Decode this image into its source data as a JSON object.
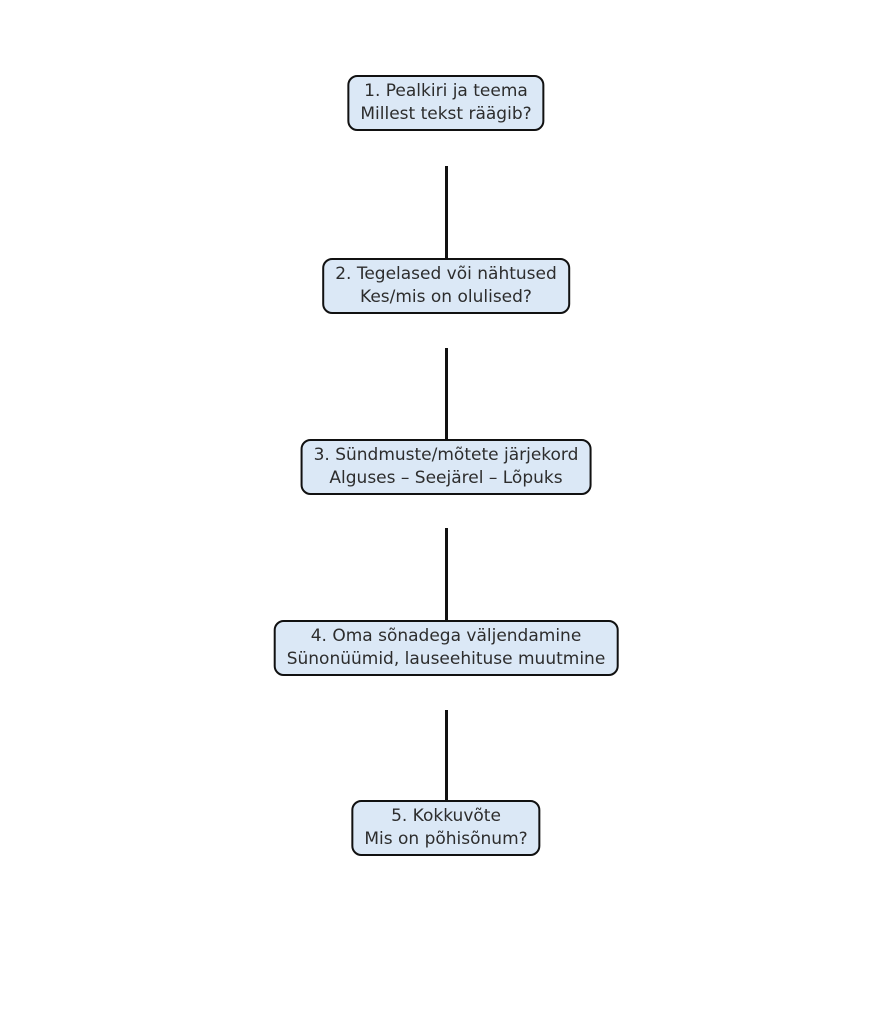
{
  "diagram": {
    "type": "flowchart",
    "direction": "vertical",
    "style": {
      "background": "#ffffff",
      "node_fill": "#dbe8f6",
      "node_border": "#111111",
      "text_color": "#2d2d2d",
      "connector_color": "#111111"
    },
    "nodes": [
      {
        "title": "1. Pealkiri ja teema",
        "subtitle": "Millest tekst räägib?"
      },
      {
        "title": "2. Tegelased või nähtused",
        "subtitle": "Kes/mis on olulised?"
      },
      {
        "title": "3. Sündmuste/mõtete järjekord",
        "subtitle": "Alguses – Seejärel – Lõpuks"
      },
      {
        "title": "4. Oma sõnadega väljendamine",
        "subtitle": "Sünonüümid, lauseehituse muutmine"
      },
      {
        "title": "5. Kokkuvõte",
        "subtitle": "Mis on põhisõnum?"
      }
    ]
  }
}
